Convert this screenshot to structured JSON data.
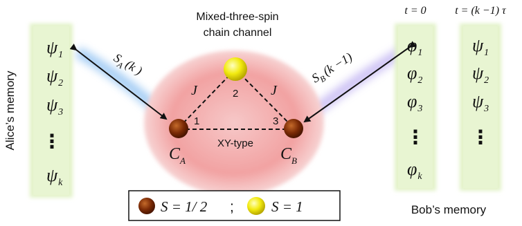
{
  "title": {
    "line1": "Mixed-three-spin",
    "line2": "chain channel"
  },
  "alice": {
    "label": "Alice’s memory",
    "items": [
      {
        "sym": "ψ",
        "sub": "1"
      },
      {
        "sym": "ψ",
        "sub": "2"
      },
      {
        "sym": "ψ",
        "sub": "3"
      },
      {
        "sym": "⋮",
        "sub": ""
      },
      {
        "sym": "ψ",
        "sub": "k"
      }
    ]
  },
  "bob": {
    "label": "Bob’s memory",
    "col1_time": "t = 0",
    "col2_time": "t = (k −1) τ",
    "col1_items": [
      {
        "sym": "φ",
        "sub": "1"
      },
      {
        "sym": "φ",
        "sub": "2"
      },
      {
        "sym": "φ",
        "sub": "3"
      },
      {
        "sym": "⋮",
        "sub": ""
      },
      {
        "sym": "φ",
        "sub": "k"
      }
    ],
    "col2_items": [
      {
        "sym": "ψ",
        "sub": "1"
      },
      {
        "sym": "ψ",
        "sub": "2"
      },
      {
        "sym": "ψ",
        "sub": "3"
      },
      {
        "sym": "⋮",
        "sub": ""
      }
    ]
  },
  "swaps": {
    "alice": {
      "label": "S",
      "sub": "A",
      "arg": "(k )"
    },
    "bob": {
      "label": "S",
      "sub": "B",
      "arg": "(k −1)"
    }
  },
  "chain": {
    "coupling_left": "J",
    "coupling_right": "J",
    "spin1_index": "1",
    "spin2_index": "2",
    "spin3_index": "3",
    "bottom_bond": "XY-type",
    "ca": {
      "label": "C",
      "sub": "A"
    },
    "cb": {
      "label": "C",
      "sub": "B"
    }
  },
  "legend": {
    "half_text": "S = 1/ 2",
    "separator": ";",
    "one_text": "S = 1"
  },
  "colors": {
    "memory_panel": "#e2f2c8",
    "memory_panel_edge": "#c9e3a6",
    "channel_blob": "#f29f9f",
    "spin_half": "#7a2a06",
    "spin_one": "#f2ea10",
    "alice_glow": "#7fb8f0",
    "bob_glow": "#b8a8f0"
  }
}
